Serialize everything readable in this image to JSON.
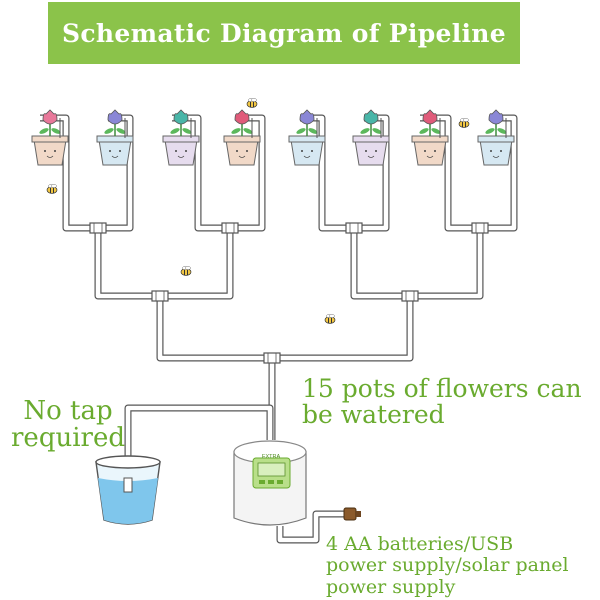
{
  "title": "Schematic Diagram of Pipeline",
  "labels": {
    "no_tap": [
      "No tap",
      "required"
    ],
    "pots": [
      "15 pots of flowers can",
      "be watered"
    ],
    "power": [
      "4 AA batteries/USB",
      "power supply/solar panel",
      "power supply"
    ]
  },
  "device": {
    "brand": "EXTRA"
  },
  "pots": [
    {
      "flower": "#e8789a",
      "pot": "#f1d9c8"
    },
    {
      "flower": "#8a87d6",
      "pot": "#d6e8f2"
    },
    {
      "flower": "#49b6a8",
      "pot": "#e6dcee"
    },
    {
      "flower": "#e05b7a",
      "pot": "#f1d9c8"
    },
    {
      "flower": "#8a87d6",
      "pot": "#d6e8f2"
    },
    {
      "flower": "#49b6a8",
      "pot": "#e6dcee"
    },
    {
      "flower": "#e05b7a",
      "pot": "#f1d9c8"
    },
    {
      "flower": "#8a87d6",
      "pot": "#d6e8f2"
    }
  ],
  "colors": {
    "accent": "#8bc34a",
    "label": "#6aab2f",
    "pipe": "#555555",
    "water": "#7fc6ec"
  }
}
